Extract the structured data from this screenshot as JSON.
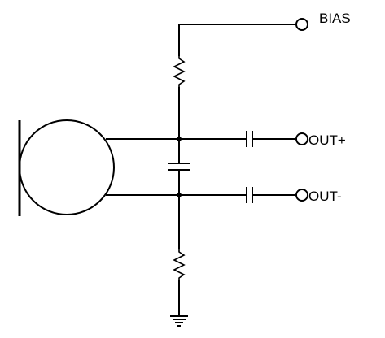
{
  "labels": {
    "bias": "BIAS",
    "out_plus": "OUT+",
    "out_minus": "OUT-"
  },
  "colors": {
    "line": "#000000",
    "background": "#ffffff"
  }
}
